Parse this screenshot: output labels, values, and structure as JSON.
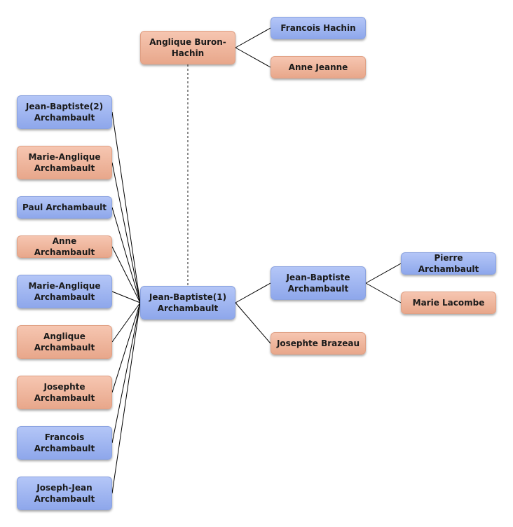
{
  "diagram": {
    "colors": {
      "male": "#9fb4f0",
      "female": "#f0b49b",
      "line": "#000000",
      "spouse_link": "#666666"
    },
    "nodes": {
      "anglique_buron_hachin": {
        "line1": "Anglique Buron-",
        "line2": "Hachin",
        "gender": "female"
      },
      "francois_hachin": {
        "line1": "Francois Hachin",
        "gender": "male"
      },
      "anne_jeanne": {
        "line1": "Anne Jeanne",
        "gender": "female"
      },
      "jean_baptiste_1": {
        "line1": "Jean-Baptiste(1)",
        "line2": "Archambault",
        "gender": "male"
      },
      "jean_baptiste": {
        "line1": "Jean-Baptiste",
        "line2": "Archambault",
        "gender": "male"
      },
      "josephte_brazeau": {
        "line1": "Josephte Brazeau",
        "gender": "female"
      },
      "pierre_archambault": {
        "line1": "Pierre Archambault",
        "gender": "male"
      },
      "marie_lacombe": {
        "line1": "Marie Lacombe",
        "gender": "female"
      },
      "children": [
        {
          "line1": "Jean-Baptiste(2)",
          "line2": "Archambault",
          "gender": "male"
        },
        {
          "line1": "Marie-Anglique",
          "line2": "Archambault",
          "gender": "female"
        },
        {
          "line1": "Paul Archambault",
          "gender": "male"
        },
        {
          "line1": "Anne Archambault",
          "gender": "female"
        },
        {
          "line1": "Marie-Anglique",
          "line2": "Archambault",
          "gender": "male"
        },
        {
          "line1": "Anglique",
          "line2": "Archambault",
          "gender": "female"
        },
        {
          "line1": "Josephte",
          "line2": "Archambault",
          "gender": "female"
        },
        {
          "line1": "Francois",
          "line2": "Archambault",
          "gender": "male"
        },
        {
          "line1": "Joseph-Jean",
          "line2": "Archambault",
          "gender": "male"
        }
      ]
    }
  }
}
